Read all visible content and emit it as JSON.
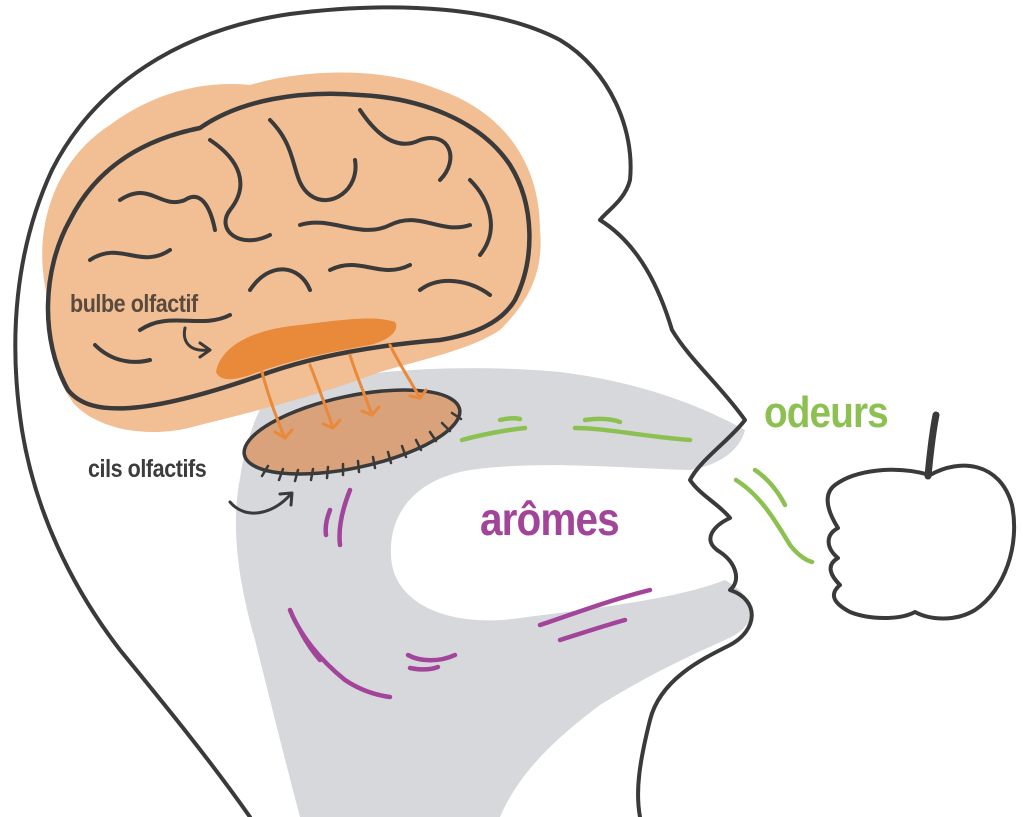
{
  "labels": {
    "bulbe_olfactif": "bulbe olfactif",
    "cils_olfactifs": "cils olfactifs",
    "aromes": "arômes",
    "odeurs": "odeurs"
  },
  "colors": {
    "outline": "#3a3a3a",
    "brain_fill": "#f2bf94",
    "bulb_fill": "#e9893a",
    "nerve": "#e9893a",
    "cilia_area_fill": "#d9a27a",
    "cavity_fill": "#d6d8db",
    "aroma": "#a2449a",
    "odor": "#8cc152"
  }
}
